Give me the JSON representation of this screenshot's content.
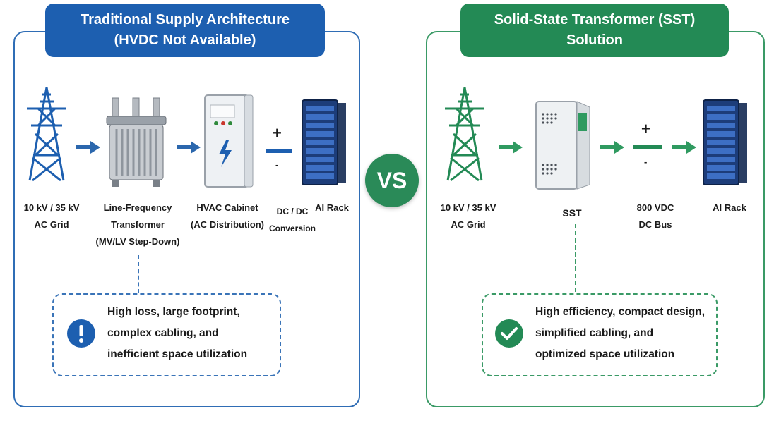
{
  "left": {
    "title_line1": "Traditional Supply Architecture",
    "title_line2": "(HVDC Not Available)",
    "labels": {
      "grid": [
        "10 kV / 35 kV",
        "AC Grid"
      ],
      "transformer": [
        "Line-Frequency",
        "Transformer",
        "(MV/LV Step-Down)"
      ],
      "cabinet": [
        "HVAC Cabinet",
        "(AC Distribution)"
      ],
      "dcdc": [
        "DC / DC",
        "Conversion"
      ],
      "rack": "AI Rack"
    },
    "note_icon": "exclamation-icon",
    "note": [
      "High loss, large footprint,",
      "complex cabling, and",
      "inefficient space utilization"
    ],
    "plus": "+",
    "minus": "-"
  },
  "vs": "VS",
  "right": {
    "title_line1": "Solid-State Transformer (SST)",
    "title_line2": "Solution",
    "labels": {
      "grid": [
        "10 kV / 35 kV",
        "AC Grid"
      ],
      "sst": "SST",
      "bus": [
        "800 VDC",
        "DC Bus"
      ],
      "rack": "AI Rack"
    },
    "note_icon": "checkmark-icon",
    "note": [
      "High efficiency, compact design,",
      "simplified cabling, and",
      "optimized space utilization"
    ],
    "plus": "+",
    "minus": "-"
  },
  "colors": {
    "blue_primary": "#1d5fb0",
    "green_primary": "#238a55",
    "blue_border": "#2f6db5",
    "green_border": "#3a9a66"
  }
}
